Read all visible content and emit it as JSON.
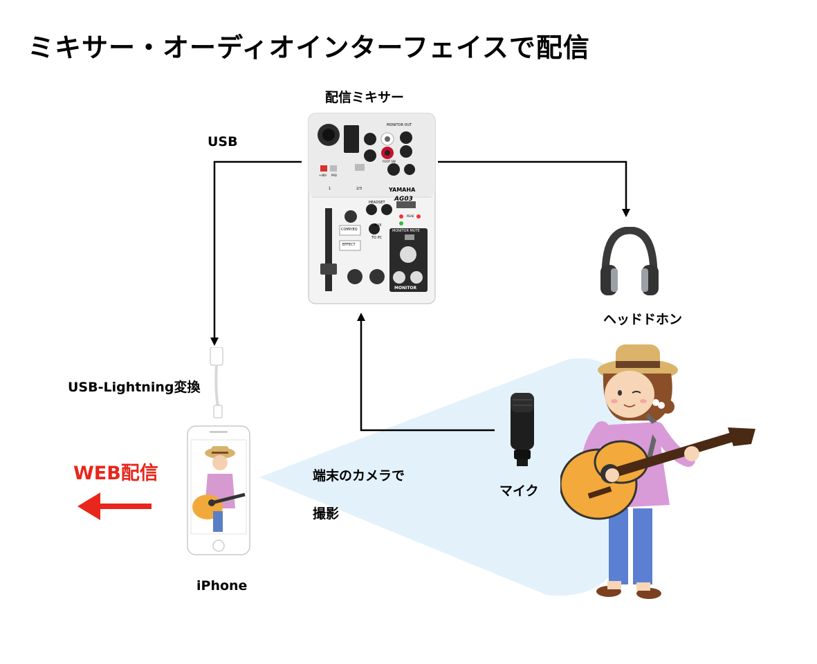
{
  "title": "ミキサー・オーディオインターフェイスで配信",
  "labels": {
    "mixer": "配信ミキサー",
    "usb": "USB",
    "headphones": "ヘッドドホン",
    "adapter": "USB-Lightning変換",
    "web": "WEB配信",
    "camera_line1": "端末のカメラで",
    "camera_line2": "撮影",
    "mic": "マイク",
    "iphone": "iPhone"
  },
  "mixer_panel": {
    "brand": "YAMAHA",
    "model": "AG03",
    "monitor_out": "MONITOR OUT",
    "headset": "HEADSET",
    "comp_eq": "COMP/EQ",
    "effect": "EFFECT",
    "monitor_mute": "MONITOR MUTE",
    "monitor": "MONITOR",
    "to_pc": "TO PC",
    "aux": "AUX",
    "phantom": "+48V",
    "pad": "PAD",
    "ch1": "1",
    "ch23": "2/3",
    "foot_sw": "FOOT SW",
    "peak": "PEAK"
  },
  "colors": {
    "accent_red": "#e8261b",
    "beam": "#e3f1fb",
    "line": "#000000"
  }
}
